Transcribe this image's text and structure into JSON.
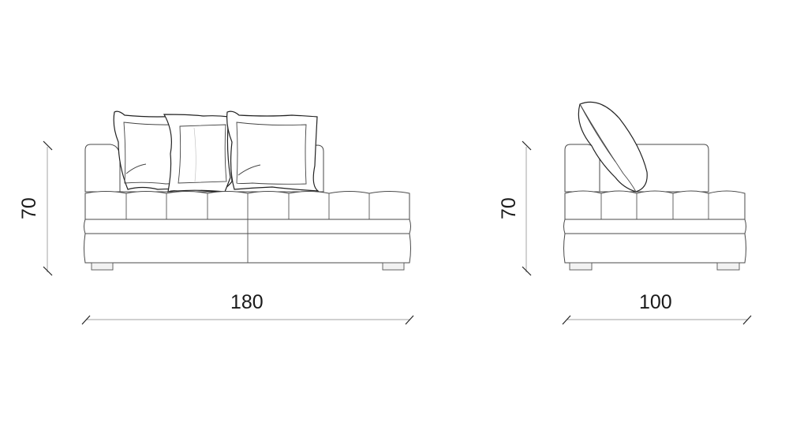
{
  "drawing": {
    "front_view": {
      "width_label": "180",
      "height_label": "70",
      "pillow_count": 3,
      "seat_cushion_count": 8
    },
    "side_view": {
      "width_label": "100",
      "height_label": "70",
      "pillow_count": 1,
      "seat_cushion_count": 5
    }
  },
  "colors": {
    "line": "#4a4a4a",
    "dimension_line": "#b5b5b5",
    "leg_fill": "#f2f2f2",
    "background": "#ffffff"
  }
}
